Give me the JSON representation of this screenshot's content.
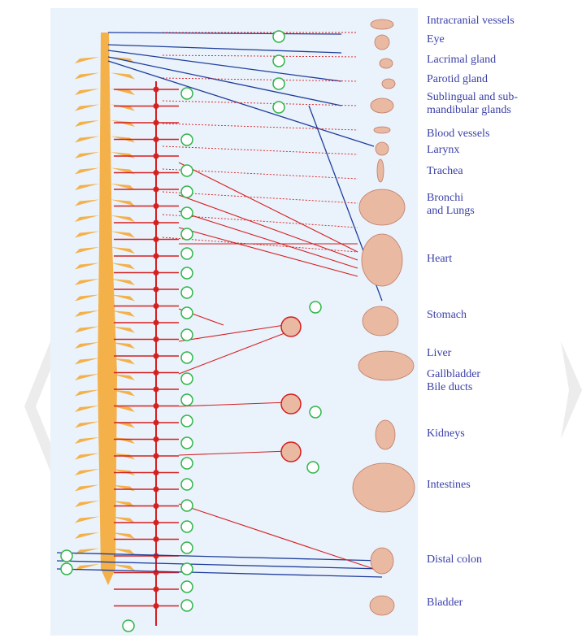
{
  "colors": {
    "panel": "#eaf2fb",
    "spinal_cord": "#f4b14a",
    "sympathetic": "#d42020",
    "parasympathetic": "#1f3e9c",
    "ganglion_label": "#2fb54a",
    "organ": "#e9b9a2",
    "label_text": "#3a3fa8"
  },
  "organs": [
    {
      "line1": "Intracranial vessels",
      "line2": ""
    },
    {
      "line1": "Eye",
      "line2": ""
    },
    {
      "line1": "Lacrimal gland",
      "line2": ""
    },
    {
      "line1": "Parotid gland",
      "line2": ""
    },
    {
      "line1": "Sublingual and sub-",
      "line2": "mandibular glands"
    },
    {
      "line1": "Blood vessels",
      "line2": ""
    },
    {
      "line1": "Larynx",
      "line2": ""
    },
    {
      "line1": "Trachea",
      "line2": ""
    },
    {
      "line1": "Bronchi",
      "line2": "and Lungs"
    },
    {
      "line1": "Heart",
      "line2": ""
    },
    {
      "line1": "Stomach",
      "line2": ""
    },
    {
      "line1": "Liver",
      "line2": ""
    },
    {
      "line1": "Gallbladder",
      "line2": "Bile ducts"
    },
    {
      "line1": "Kidneys",
      "line2": ""
    },
    {
      "line1": "Intestines",
      "line2": ""
    },
    {
      "line1": "Distal colon",
      "line2": ""
    },
    {
      "line1": "Bladder",
      "line2": ""
    }
  ]
}
